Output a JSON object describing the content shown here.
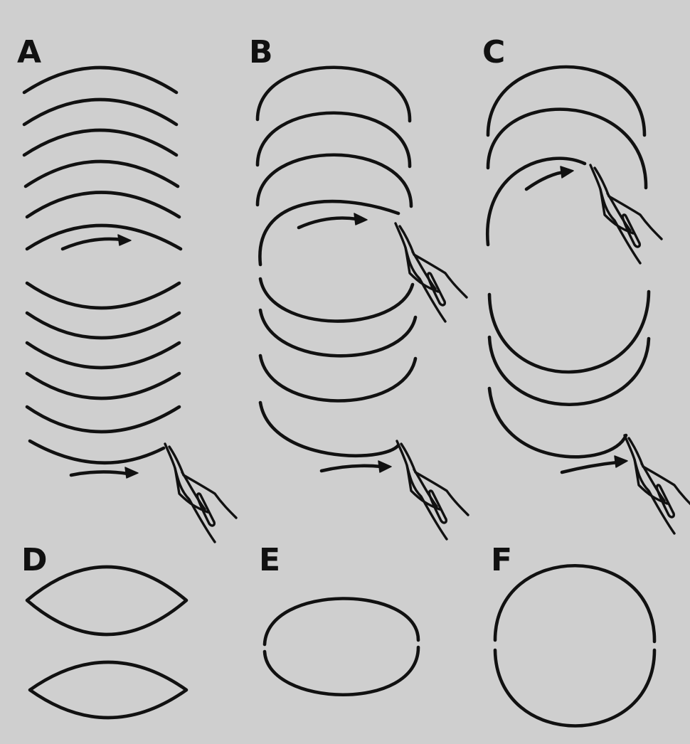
{
  "panels": {
    "a": {
      "label": "A"
    },
    "b": {
      "label": "B"
    },
    "c": {
      "label": "C"
    },
    "d": {
      "label": "D"
    },
    "e": {
      "label": "E"
    },
    "f": {
      "label": "F"
    }
  },
  "colors": {
    "background": "#cfcfcf",
    "ink": "#111111"
  },
  "icons": [
    "arrow-icon",
    "needle-holder-icon",
    "needle-icon"
  ]
}
